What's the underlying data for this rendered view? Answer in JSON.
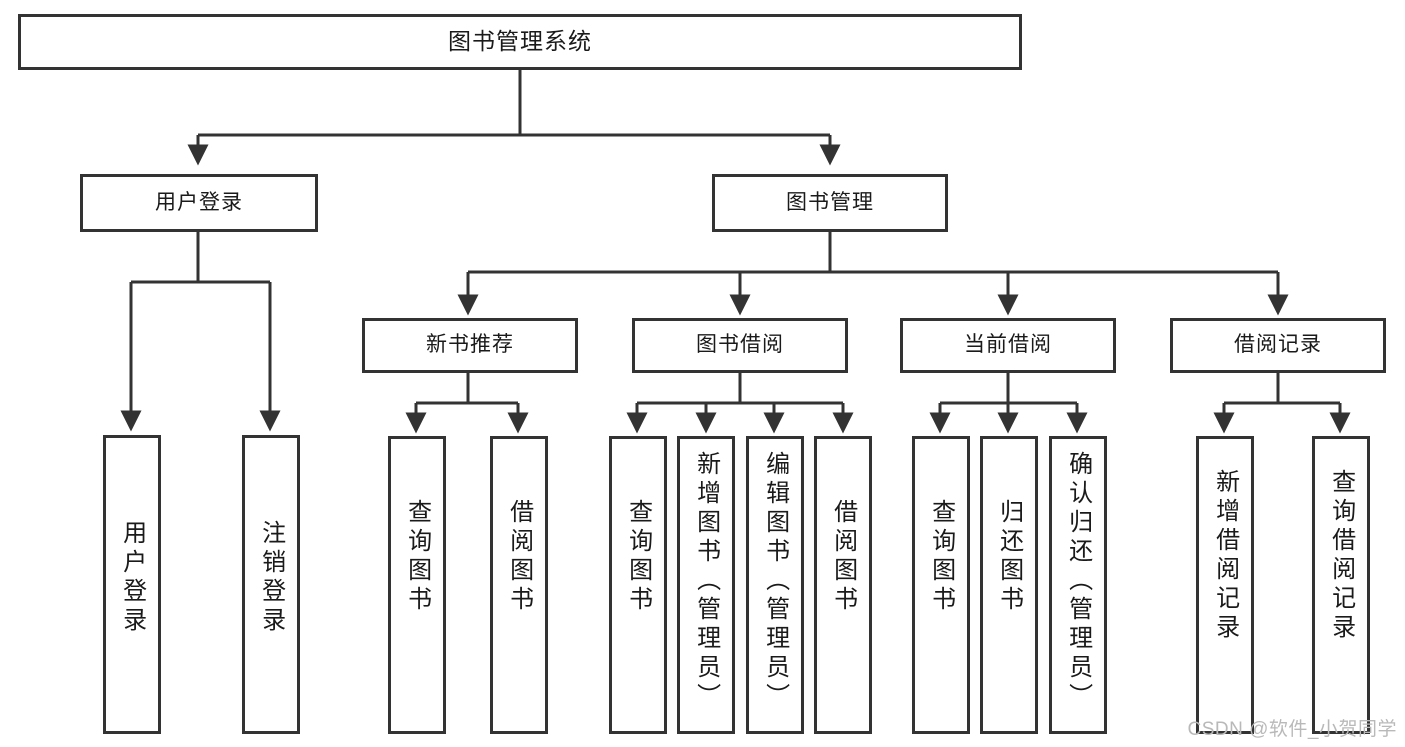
{
  "diagram": {
    "title": "图书管理系统",
    "type": "hierarchy-tree",
    "watermark": "CSDN @软件_小贺同学",
    "colors": {
      "border": "#333333",
      "fill": "#ffffff",
      "text": "#1a1a1a",
      "watermark": "#b9b9b9"
    },
    "levels": {
      "root": "图书管理系统",
      "level2": [
        "用户登录",
        "图书管理"
      ],
      "level3": [
        "新书推荐",
        "图书借阅",
        "当前借阅",
        "借阅记录"
      ]
    },
    "nodes": {
      "root": {
        "label": "图书管理系统"
      },
      "user_login": {
        "label": "用户登录"
      },
      "book_manage": {
        "label": "图书管理"
      },
      "new_book_rec": {
        "label": "新书推荐"
      },
      "book_borrow": {
        "label": "图书借阅"
      },
      "current_borrow": {
        "label": "当前借阅"
      },
      "borrow_record": {
        "label": "借阅记录"
      }
    },
    "leaves": {
      "user_login": [
        {
          "label": "用户登录"
        },
        {
          "label": "注销登录"
        }
      ],
      "new_book_rec": [
        {
          "label": "查询图书"
        },
        {
          "label": "借阅图书"
        }
      ],
      "book_borrow": [
        {
          "label": "查询图书"
        },
        {
          "label": "新增图书（管理员）"
        },
        {
          "label": "编辑图书（管理员）"
        },
        {
          "label": "借阅图书"
        }
      ],
      "current_borrow": [
        {
          "label": "查询图书"
        },
        {
          "label": "归还图书"
        },
        {
          "label": "确认归还（管理员）"
        }
      ],
      "borrow_record": [
        {
          "label": "新增借阅记录"
        },
        {
          "label": "查询借阅记录"
        }
      ]
    }
  }
}
